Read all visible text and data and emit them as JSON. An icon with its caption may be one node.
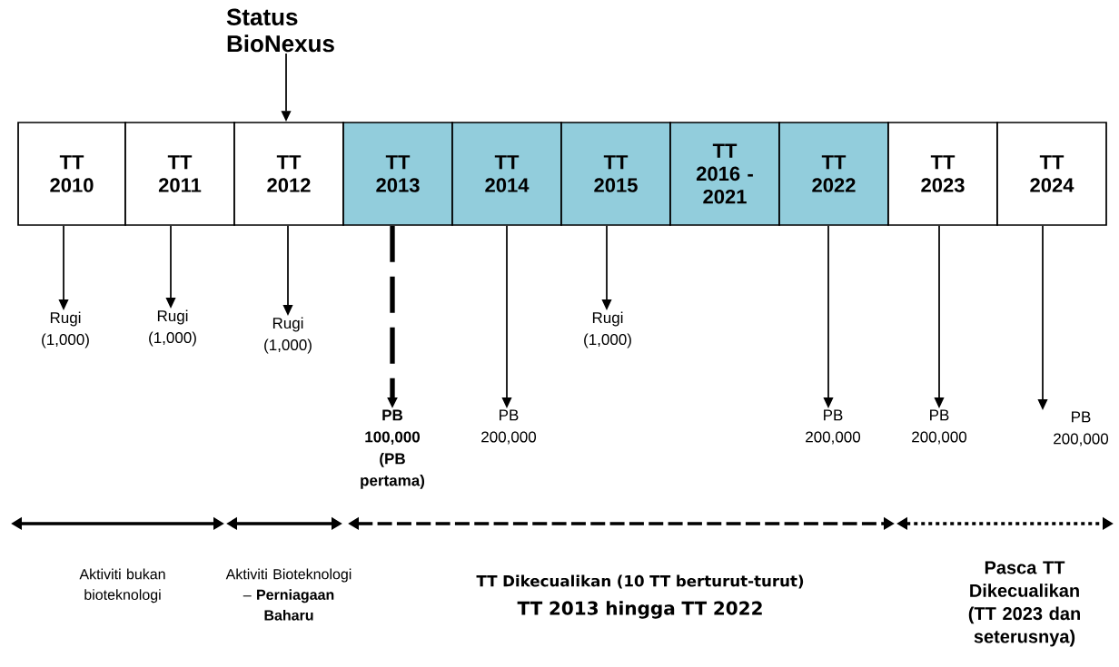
{
  "diagram": {
    "nodes": [
      {
        "text": [
          "Status BioNexus"
        ]
      },
      {
        "text": [
          "TT 2010"
        ]
      },
      {
        "text": [
          "TT 2011"
        ]
      },
      {
        "text": [
          "TT 2012"
        ]
      },
      {
        "text": [
          "TT 2013"
        ]
      },
      {
        "text": [
          "TT 2014"
        ]
      },
      {
        "text": [
          "TT 2015"
        ]
      },
      {
        "text": [
          "TT 2016 - 2021"
        ]
      },
      {
        "text": [
          "TT 2022"
        ]
      },
      {
        "text": [
          "TT 2023"
        ]
      },
      {
        "text": [
          "TT 2024"
        ]
      },
      {
        "text": [
          "Rugi (1,000)"
        ]
      },
      {
        "text": [
          "Rugi (1,000)"
        ]
      },
      {
        "text": [
          "Rugi (1,000)"
        ]
      },
      {
        "text": [
          "PB 100,000 (PB pertama)"
        ]
      },
      {
        "text": [
          "PB 200,000"
        ]
      },
      {
        "text": [
          "Rugi (1,000)"
        ]
      },
      {
        "text": [
          "PB 200,000"
        ]
      },
      {
        "text": [
          "PB 200,000"
        ]
      },
      {
        "text": [
          "PB 200,000"
        ]
      }
    ],
    "edges": [
      {
        "from": 0,
        "to": 3,
        "arrow": "to"
      },
      {
        "from": 1,
        "to": 11,
        "arrow": "to"
      },
      {
        "from": 2,
        "to": 12,
        "arrow": "to"
      },
      {
        "from": 3,
        "to": 13,
        "arrow": "to"
      },
      {
        "from": 4,
        "to": 14,
        "arrow": "to",
        "style": "dashed"
      },
      {
        "from": 5,
        "to": 15,
        "arrow": "to"
      },
      {
        "from": 6,
        "to": 16,
        "arrow": "to"
      },
      {
        "from": 8,
        "to": 17,
        "arrow": "to"
      },
      {
        "from": 9,
        "to": 18,
        "arrow": "to"
      },
      {
        "from": 10,
        "to": 19,
        "arrow": "to"
      }
    ],
    "labels": [
      "Aktiviti bukan bioteknologi",
      "Aktiviti Bioteknologi – **Perniagaan Baharu**",
      "TT Dikecualikan (10 TT berturut-turut)",
      "TT 2013 hingga TT 2022",
      "Pasca TT Dikecualikan (TT 2023 dan seterusnya)"
    ]
  }
}
